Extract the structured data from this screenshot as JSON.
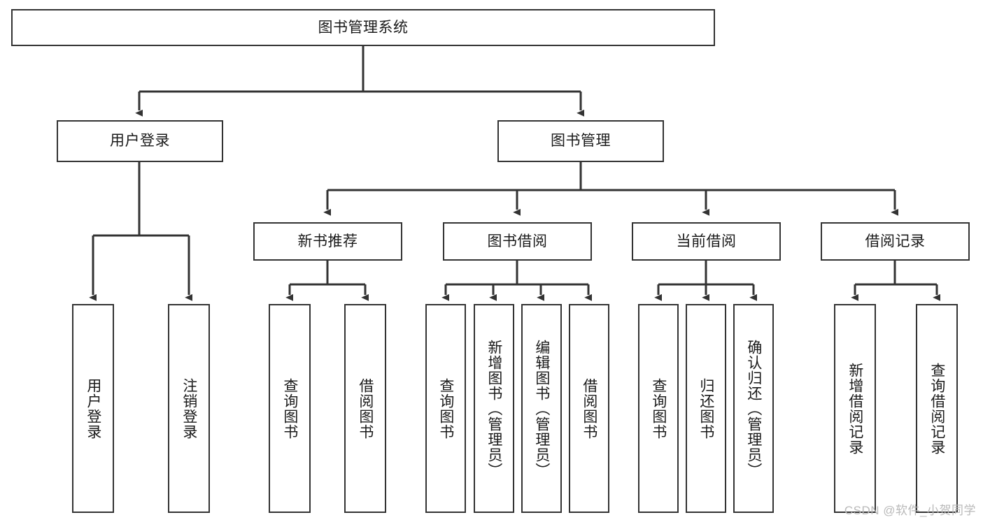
{
  "diagram": {
    "type": "tree-hierarchy",
    "title": "图书管理系统",
    "watermark": "CSDN @软件_小贺同学",
    "colors": {
      "box_border": "#333333",
      "box_fill": "#ffffff",
      "connector": "#333333",
      "text": "#1a1a1a",
      "watermark": "#b9b9b9"
    },
    "root": {
      "id": "root",
      "label": "图书管理系统",
      "orientation": "horizontal"
    },
    "level2": [
      {
        "id": "user-login",
        "label": "用户登录",
        "orientation": "horizontal"
      },
      {
        "id": "book-manage",
        "label": "图书管理",
        "orientation": "horizontal"
      }
    ],
    "level3": [
      {
        "id": "new-book-recommend",
        "label": "新书推荐",
        "orientation": "horizontal",
        "parent": "book-manage"
      },
      {
        "id": "book-borrow",
        "label": "图书借阅",
        "orientation": "horizontal",
        "parent": "book-manage"
      },
      {
        "id": "current-borrow",
        "label": "当前借阅",
        "orientation": "horizontal",
        "parent": "book-manage"
      },
      {
        "id": "borrow-record",
        "label": "借阅记录",
        "orientation": "horizontal",
        "parent": "book-manage"
      }
    ],
    "leaves": [
      {
        "id": "leaf-user-login",
        "label": "用户登录",
        "parent": "user-login"
      },
      {
        "id": "leaf-logout-login",
        "label": "注销登录",
        "parent": "user-login"
      },
      {
        "id": "leaf-query-book-1",
        "label": "查询图书",
        "parent": "new-book-recommend"
      },
      {
        "id": "leaf-borrow-book-1",
        "label": "借阅图书",
        "parent": "new-book-recommend"
      },
      {
        "id": "leaf-query-book-2",
        "label": "查询图书",
        "parent": "book-borrow"
      },
      {
        "id": "leaf-add-book",
        "label": "新增图书（管理员）",
        "parent": "book-borrow"
      },
      {
        "id": "leaf-edit-book",
        "label": "编辑图书（管理员）",
        "parent": "book-borrow"
      },
      {
        "id": "leaf-borrow-book-2",
        "label": "借阅图书",
        "parent": "book-borrow"
      },
      {
        "id": "leaf-query-book-3",
        "label": "查询图书",
        "parent": "current-borrow"
      },
      {
        "id": "leaf-return-book",
        "label": "归还图书",
        "parent": "current-borrow"
      },
      {
        "id": "leaf-confirm-return",
        "label": "确认归还（管理员）",
        "parent": "current-borrow"
      },
      {
        "id": "leaf-add-record",
        "label": "新增借阅记录",
        "parent": "borrow-record"
      },
      {
        "id": "leaf-query-record",
        "label": "查询借阅记录",
        "parent": "borrow-record"
      }
    ]
  }
}
